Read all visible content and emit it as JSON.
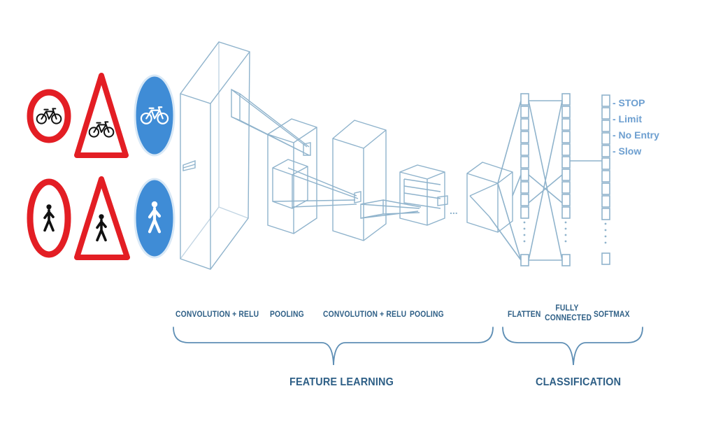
{
  "stages": {
    "conv_relu_1": "CONVOLUTION + RELU",
    "pooling_1": "POOLING",
    "conv_relu_2": "CONVOLUTION + RELU",
    "pooling_2": "POOLING",
    "flatten": "FLATTEN",
    "fully_connected_line1": "FULLY",
    "fully_connected_line2": "CONNECTED",
    "softmax": "SOFTMAX"
  },
  "groups": {
    "feature_learning": "FEATURE LEARNING",
    "classification": "CLASSIFICATION"
  },
  "classes": [
    "- STOP",
    "- Limit",
    "- No Entry",
    "- Slow"
  ],
  "ellipsis": "...",
  "signs": {
    "top_row": [
      "bicycle-prohibited-sign",
      "bicycle-warning-sign",
      "bicycle-mandatory-sign"
    ],
    "bottom_row": [
      "pedestrian-prohibited-sign",
      "pedestrian-warning-sign",
      "pedestrian-mandatory-sign"
    ]
  },
  "colors": {
    "sign_red": "#e31e24",
    "sign_blue": "#3f8cd6",
    "line_blue": "#8fb3cc",
    "label_dark": "#2e5f86",
    "label_light": "#6d9fd0"
  }
}
